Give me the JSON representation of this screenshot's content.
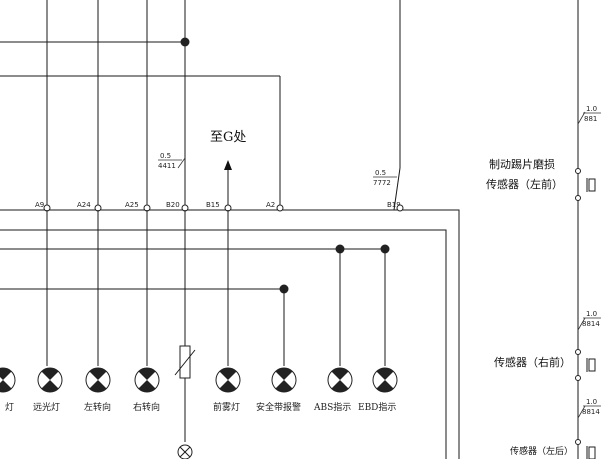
{
  "arrow_label": "至G处",
  "wire_labels": [
    {
      "gauge": "0.5",
      "code": "4411"
    },
    {
      "gauge": "0.5",
      "code": "7772"
    }
  ],
  "pins": [
    "A9",
    "A24",
    "A25",
    "B20",
    "B15",
    "A2",
    "B19"
  ],
  "lamps": [
    "灯",
    "远光灯",
    "左转向",
    "右转向",
    "前雾灯",
    "安全带报警",
    "ABS指示",
    "EBD指示"
  ],
  "right_wires": [
    {
      "gauge": "1.0",
      "code": "881"
    },
    {
      "gauge": "1.0",
      "code": "8814"
    },
    {
      "gauge": "1.0",
      "code": "8814"
    }
  ],
  "sensors": {
    "brake_pad_line1": "制动踢片磨损",
    "brake_pad_line2": "传感器（左前）",
    "right_front": "传感器（右前）",
    "left_rear": "传感器（左后）"
  }
}
